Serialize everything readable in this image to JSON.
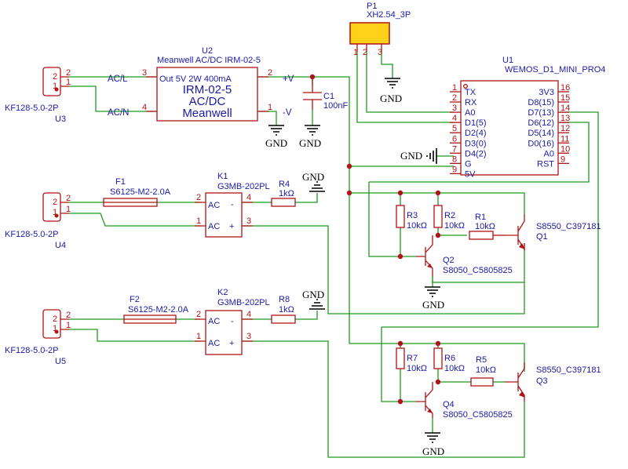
{
  "components": {
    "p1": {
      "ref": "P1",
      "value": "XH2.54_3P",
      "pins": [
        "1",
        "2",
        "3"
      ]
    },
    "u1": {
      "ref": "U1",
      "value": "WEMOS_D1_MINI_PRO4",
      "left_pins": [
        {
          "n": "1",
          "name": "TX"
        },
        {
          "n": "2",
          "name": "RX"
        },
        {
          "n": "3",
          "name": "A0"
        },
        {
          "n": "4",
          "name": "D1(5)"
        },
        {
          "n": "5",
          "name": "D2(4)"
        },
        {
          "n": "6",
          "name": "D3(0)"
        },
        {
          "n": "7",
          "name": "D4(2)"
        },
        {
          "n": "8",
          "name": "G"
        },
        {
          "n": "9",
          "name": "5V"
        }
      ],
      "right_pins": [
        {
          "n": "16",
          "name": "3V3"
        },
        {
          "n": "15",
          "name": "D8(15)"
        },
        {
          "n": "14",
          "name": "D7(13)"
        },
        {
          "n": "13",
          "name": "D6(12)"
        },
        {
          "n": "12",
          "name": "D5(14)"
        },
        {
          "n": "11",
          "name": "D0(16)"
        },
        {
          "n": "10",
          "name": "A0"
        },
        {
          "n": "9",
          "name": "RST"
        }
      ]
    },
    "u2": {
      "ref": "U2",
      "value": "Meanwell AC/DC IRM-02-5",
      "line1": "IRM-02-5",
      "line2": "AC/DC",
      "line3": "Meanwell",
      "out": "Out 5V 2W 400mA",
      "pins": {
        "acl": "3",
        "acn": "4",
        "vp": "2",
        "vm": "1"
      },
      "nets": {
        "acl": "AC/L",
        "acn": "AC/N",
        "vp": "+V",
        "vm": "-V"
      }
    },
    "u3": {
      "ref": "U3",
      "value": "KF128-5.0-2P",
      "pin_top": "2",
      "pin_bot": "1"
    },
    "u4": {
      "ref": "U4",
      "value": "KF128-5.0-2P",
      "pin_top": "2",
      "pin_bot": "1"
    },
    "u5": {
      "ref": "U5",
      "value": "KF128-5.0-2P",
      "pin_top": "2",
      "pin_bot": "1"
    },
    "c1": {
      "ref": "C1",
      "value": "100nF"
    },
    "f1": {
      "ref": "F1",
      "value": "S6125-M2-2.0A"
    },
    "f2": {
      "ref": "F2",
      "value": "S6125-M2-2.0A"
    },
    "k1": {
      "ref": "K1",
      "value": "G3MB-202PL",
      "pins": {
        "p2": "2",
        "p1": "1",
        "p4": "4",
        "p3": "3"
      },
      "ac": "AC",
      "minus": "-",
      "plus": "+"
    },
    "k2": {
      "ref": "K2",
      "value": "G3MB-202PL",
      "pins": {
        "p2": "2",
        "p1": "1",
        "p4": "4",
        "p3": "3"
      },
      "ac": "AC",
      "minus": "-",
      "plus": "+"
    },
    "r1": {
      "ref": "R1",
      "value": "10kΩ"
    },
    "r2": {
      "ref": "R2",
      "value": "10kΩ"
    },
    "r3": {
      "ref": "R3",
      "value": "10kΩ"
    },
    "r4": {
      "ref": "R4",
      "value": "1kΩ"
    },
    "r5": {
      "ref": "R5",
      "value": "10kΩ"
    },
    "r6": {
      "ref": "R6",
      "value": "10kΩ"
    },
    "r7": {
      "ref": "R7",
      "value": "10kΩ"
    },
    "r8": {
      "ref": "R8",
      "value": "1kΩ"
    },
    "q1": {
      "ref": "Q1",
      "value": "S8550_C397181"
    },
    "q2": {
      "ref": "Q2",
      "value": "S8050_C5805825"
    },
    "q3": {
      "ref": "Q3",
      "value": "S8550_C397181"
    },
    "q4": {
      "ref": "Q4",
      "value": "S8050_C5805825"
    }
  },
  "gnd_label": "GND"
}
